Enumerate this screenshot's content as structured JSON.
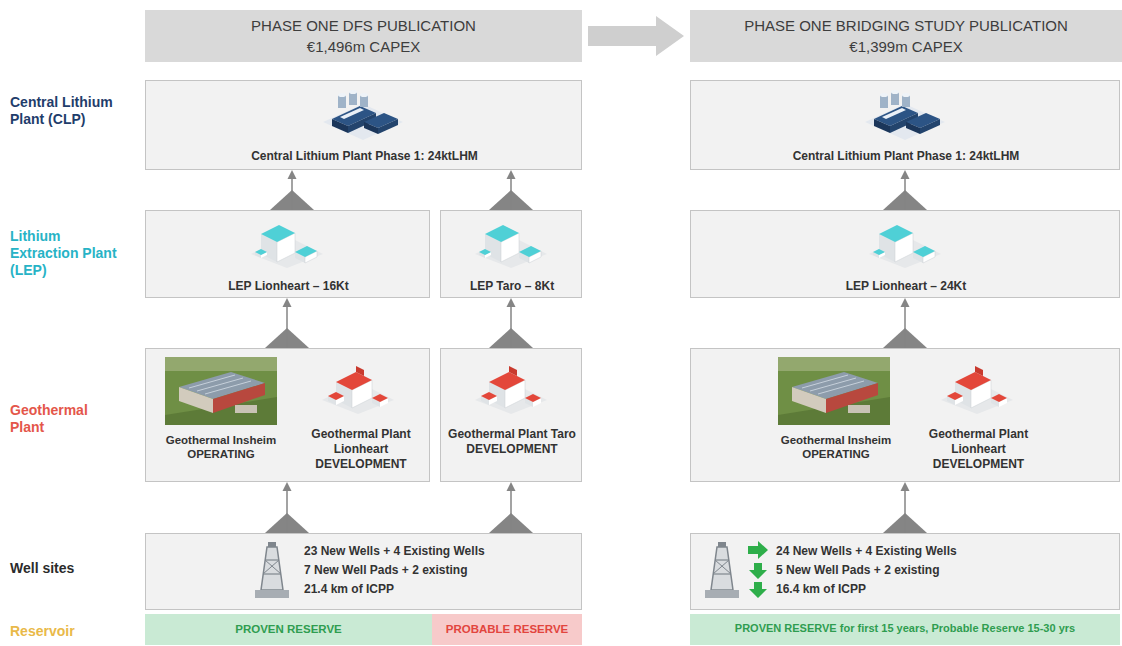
{
  "diagram": {
    "nodes": [
      {
        "text": [
          "PHASE ONE DFS PUBLICATION",
          "€1,496m CAPEX"
        ]
      },
      {
        "text": [
          "PHASE ONE BRIDGING STUDY PUBLICATION",
          "€1,399m CAPEX"
        ]
      },
      {
        "text": [
          "Central Lithium Plant Phase 1: 24ktLHM"
        ]
      },
      {
        "text": [
          "LEP Lionheart – 16Kt"
        ]
      },
      {
        "text": [
          "LEP Taro – 8Kt"
        ]
      },
      {
        "text": [
          "Geothermal Insheim OPERATING",
          "Geothermal Plant Lionheart DEVELOPMENT"
        ]
      },
      {
        "text": [
          "Geothermal Plant Taro DEVELOPMENT"
        ]
      },
      {
        "text": [
          "23 New Wells + 4 Existing Wells",
          "7 New Well Pads + 2 existing",
          "21.4 km of ICPP"
        ]
      },
      {
        "text": [
          "PROVEN RESERVE"
        ]
      },
      {
        "text": [
          "PROBABLE RESERVE"
        ]
      },
      {
        "text": [
          "Central Lithium Plant Phase 1: 24ktLHM"
        ]
      },
      {
        "text": [
          "LEP Lionheart – 24Kt"
        ]
      },
      {
        "text": [
          "Geothermal Insheim OPERATING",
          "Geothermal Plant Lionheart DEVELOPMENT"
        ]
      },
      {
        "text": [
          "24 New Wells + 4 Existing Wells",
          "5 New Well Pads + 2 existing",
          "16.4 km of ICPP"
        ]
      },
      {
        "text": [
          "PROVEN RESERVE for first 15 years, Probable Reserve 15-30 yrs"
        ]
      }
    ],
    "edges": [
      {
        "from": 0,
        "to": 1,
        "arrow": "to"
      },
      {
        "from": 7,
        "to": 5,
        "arrow": "to"
      },
      {
        "from": 7,
        "to": 6,
        "arrow": "to"
      },
      {
        "from": 5,
        "to": 3,
        "arrow": "to"
      },
      {
        "from": 6,
        "to": 4,
        "arrow": "to"
      },
      {
        "from": 3,
        "to": 2,
        "arrow": "to"
      },
      {
        "from": 4,
        "to": 2,
        "arrow": "to"
      },
      {
        "from": 13,
        "to": 12,
        "arrow": "to"
      },
      {
        "from": 12,
        "to": 11,
        "arrow": "to"
      },
      {
        "from": 11,
        "to": 10,
        "arrow": "to"
      }
    ],
    "labels": [
      "Central Lithium Plant (CLP)",
      "Lithium Extraction Plant (LEP)",
      "Geothermal Plant",
      "Well sites",
      "Reservoir"
    ]
  }
}
